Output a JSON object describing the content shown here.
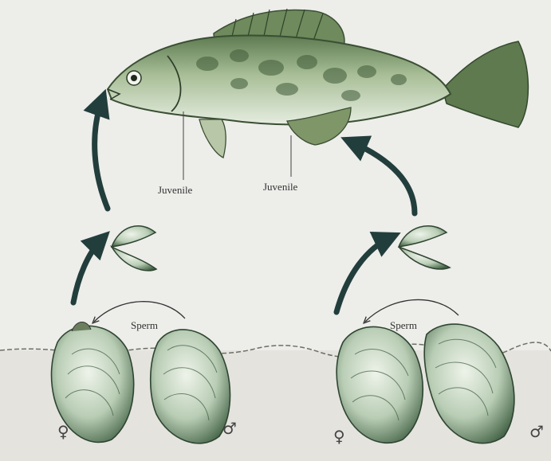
{
  "labels": {
    "juvenile_left": "Juvenile",
    "juvenile_right": "Juvenile",
    "sperm_left": "Sperm",
    "sperm_right": "Sperm",
    "female_symbol": "♀",
    "male_symbol": "♂"
  },
  "colors": {
    "background": "#ededea",
    "sediment": "#e4e3de",
    "fish_body": "#cfdcc4",
    "fish_dark": "#3f5a38",
    "mussel": "#c9d6c2",
    "mussel_dark": "#3d5a3e",
    "arrow": "#223e3c"
  }
}
